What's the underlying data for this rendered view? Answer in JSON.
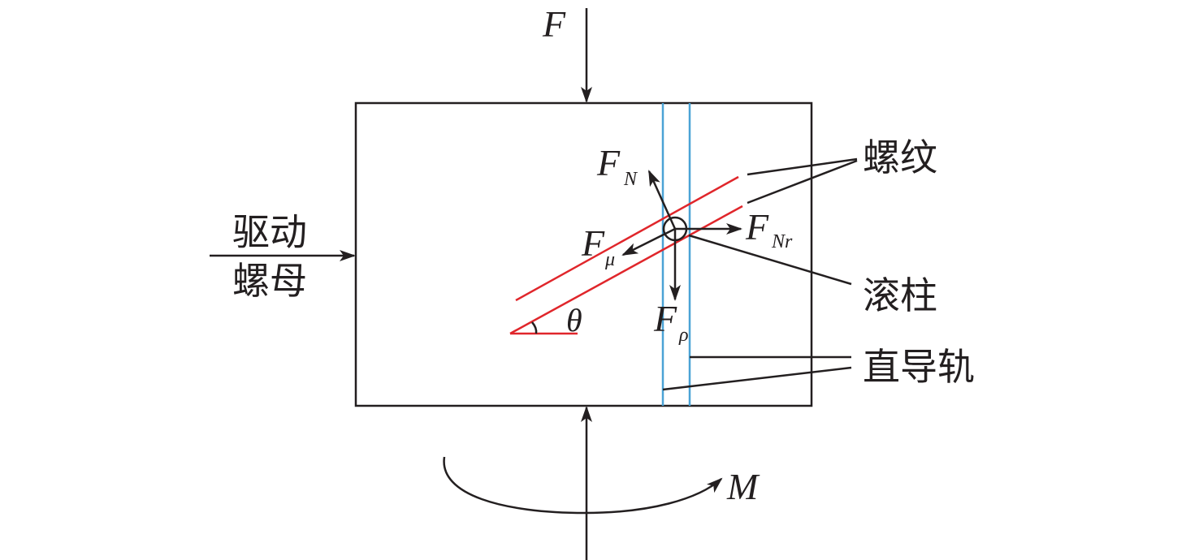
{
  "labels": {
    "force_f": "F",
    "force_fn": "F",
    "force_fn_sub": "N",
    "force_fnr": "F",
    "force_fnr_sub": "Nr",
    "force_fmu": "F",
    "force_fmu_sub": "μ",
    "force_frho": "F",
    "force_frho_sub": "ρ",
    "angle": "θ",
    "moment": "M",
    "thread": "螺纹",
    "drive_nut_1": "驱动",
    "drive_nut_2": "螺母",
    "roller": "滚柱",
    "guide_rail": "直导轨"
  },
  "colors": {
    "line": "#231f20",
    "thread": "#e0262b",
    "rail": "#4ba3d6"
  }
}
